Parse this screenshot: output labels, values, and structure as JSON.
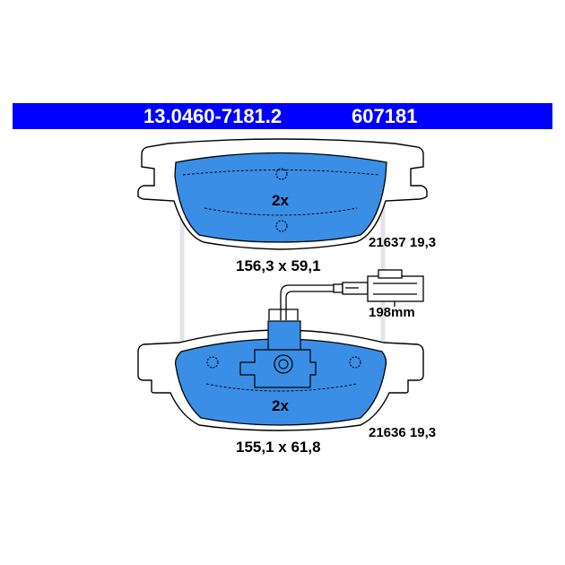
{
  "header": {
    "part_number": "13.0460-7181.2",
    "reference": "607181"
  },
  "top_pad": {
    "quantity": "2x",
    "dimensions": "156,3 x 59,1",
    "code": "21637 19,3"
  },
  "bottom_pad": {
    "quantity": "2x",
    "dimensions": "155,1 x 61,8",
    "code": "21636 19,3"
  },
  "sensor": {
    "length": "198mm"
  },
  "colors": {
    "header_bg": "#0000ff",
    "pad_fill": "#3a8ee6"
  }
}
